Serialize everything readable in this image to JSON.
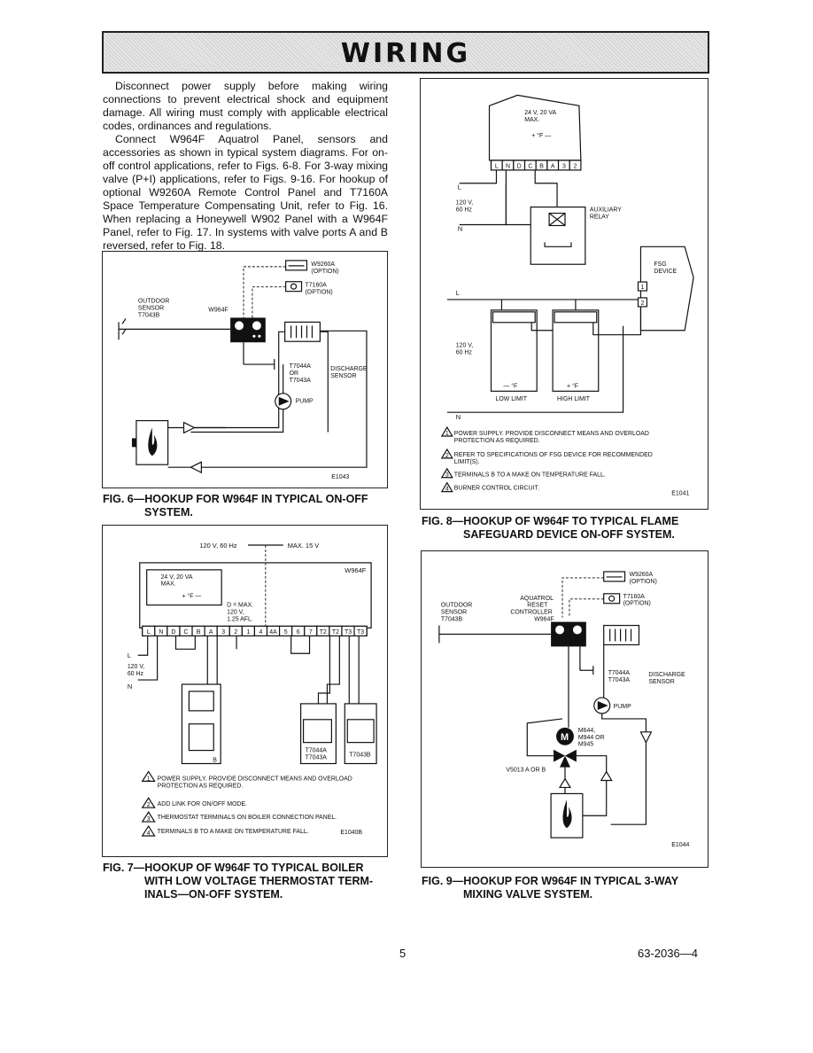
{
  "header": {
    "title": "WIRING"
  },
  "intro": {
    "p1": "Disconnect power supply before making wiring connections to prevent electrical shock and equipment damage. All wiring must comply with applicable electrical codes, ordinances and regulations.",
    "p2": "Connect W964F Aquatrol Panel, sensors and accessories as shown in typical system diagrams. For on-off control applications, refer to Figs. 6-8. For 3-way mixing valve (P+I) applications, refer to Figs. 9-16. For hookup of optional W9260A Remote Control Panel and T7160A Space Temperature Compensating Unit, refer to Fig. 16. When replacing a Honeywell W902 Panel with a W964F Panel, refer to Fig. 17. In systems with valve ports A and B reversed, refer to Fig. 18."
  },
  "fig6": {
    "caption_1": "FIG. 6—HOOKUP FOR W964F IN TYPICAL ON-OFF",
    "caption_2": "SYSTEM.",
    "w9260a": "W9260A",
    "option1": "(OPTION)",
    "t7160a": "T7160A",
    "option2": "(OPTION)",
    "outdoor_1": "OUTDOOR",
    "outdoor_2": "SENSOR",
    "outdoor_3": "T7043B",
    "w964f": "W964F",
    "ts_1": "T7044A",
    "ts_2": "OR",
    "ts_3": "T7043A",
    "discharge_1": "DISCHARGE",
    "discharge_2": "SENSOR",
    "pump": "PUMP",
    "code": "E1043"
  },
  "fig7": {
    "caption_1": "FIG. 7—HOOKUP OF W964F TO TYPICAL BOILER",
    "caption_2": "WITH LOW VOLTAGE THERMOSTAT TERM-",
    "caption_3": "INALS—ON-OFF SYSTEM.",
    "supply": "120 V, 60 Hz",
    "max": "MAX. 15 V",
    "panel": "W964F",
    "va_1": "24 V, 20 VA",
    "va_2": "MAX.",
    "degf": "+ °F —",
    "d_1": "D = MAX.",
    "d_2": "120 V,",
    "d_3": "1.25 AFL.",
    "terminals": [
      "L",
      "N",
      "D",
      "C",
      "B",
      "A",
      "3",
      "2",
      "1",
      "4",
      "4A",
      "5",
      "6",
      "7",
      "T2",
      "T2",
      "T3",
      "T3"
    ],
    "l": "L",
    "n": "N",
    "v120_1": "120 V,",
    "v120_2": "60 Hz",
    "b": "B",
    "sensor_a_1": "T7044A",
    "sensor_a_2": "T7043A",
    "sensor_b": "T7043B",
    "note1_a": "POWER SUPPLY. PROVIDE DISCONNECT MEANS AND OVERLOAD",
    "note1_b": "PROTECTION AS REQUIRED.",
    "note2": "ADD LINK FOR ON/OFF MODE.",
    "note3": "THERMOSTAT TERMINALS ON BOILER CONNECTION PANEL.",
    "note4": "TERMINALS B TO A MAKE ON TEMPERATURE FALL.",
    "code": "E1040B"
  },
  "fig8": {
    "caption_1": "FIG. 8—HOOKUP OF W964F TO TYPICAL FLAME",
    "caption_2": "SAFEGUARD DEVICE ON-OFF SYSTEM.",
    "va_1": "24 V, 20 VA",
    "va_2": "MAX.",
    "degf": "+ °F —",
    "terminals": [
      "L",
      "N",
      "D",
      "C",
      "B",
      "A",
      "3",
      "2"
    ],
    "l": "L",
    "n": "N",
    "v120_1": "120 V,",
    "v120_2": "60 Hz",
    "aux_1": "AUXILIARY",
    "aux_2": "RELAY",
    "fsg_1": "FSG",
    "fsg_2": "DEVICE",
    "low_limit": "LOW LIMIT",
    "high_limit": "HIGH LIMIT",
    "minus_f": "— °F",
    "plus_f": "+ °F",
    "l2": "L",
    "n2": "N",
    "v120b_1": "120 V,",
    "v120b_2": "60 Hz",
    "one": "1",
    "two": "2",
    "note1_a": "POWER SUPPLY. PROVIDE DISCONNECT MEANS AND OVERLOAD",
    "note1_b": "PROTECTION AS REQUIRED.",
    "note2_a": "REFER TO SPECIFICATIONS OF FSG DEVICE FOR RECOMMENDED",
    "note2_b": "LIMIT(S).",
    "note3": "TERMINALS B TO A MAKE ON TEMPERATURE FALL.",
    "note4": "BURNER CONTROL CIRCUIT.",
    "code": "E1041"
  },
  "fig9": {
    "caption_1": "FIG. 9—HOOKUP FOR W964F IN TYPICAL 3-WAY",
    "caption_2": "MIXING VALVE SYSTEM.",
    "w9260a": "W9260A",
    "option1": "(OPTION)",
    "t7160a": "T7160A",
    "option2": "(OPTION)",
    "aq_1": "AQUATROL",
    "aq_2": "RESET",
    "aq_3": "CONTROLLER",
    "aq_4": "W964F",
    "outdoor_1": "OUTDOOR",
    "outdoor_2": "SENSOR",
    "outdoor_3": "T7043B",
    "ts_1": "T7044A",
    "ts_2": "T7043A",
    "discharge_1": "DISCHARGE",
    "discharge_2": "SENSOR",
    "pump": "PUMP",
    "motor_1": "M644,",
    "motor_2": "M944 OR",
    "motor_3": "M945",
    "valve": "V5013 A OR B",
    "code": "E1044"
  },
  "footer": {
    "page": "5",
    "doc": "63-2036—4"
  }
}
